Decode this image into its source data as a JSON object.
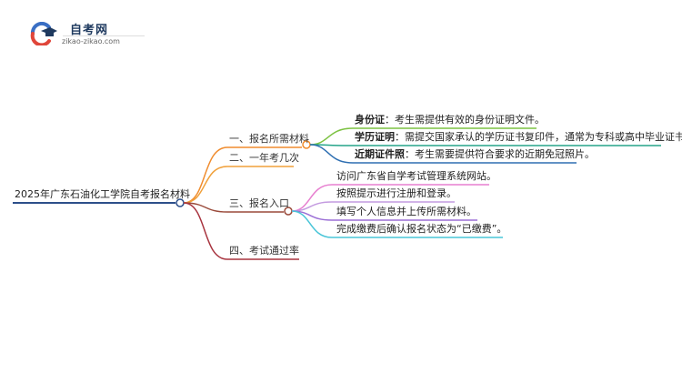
{
  "logo": {
    "title": "自考网",
    "url": "zikao-zikao.com",
    "icon": "graduation-cap-icon"
  },
  "root": {
    "label": "2025年广东石油化工学院自考报名材料"
  },
  "branches": [
    {
      "label": "一、报名所需材料",
      "color": "#f08c2e",
      "children": [
        {
          "term": "身份证",
          "sep": "：",
          "text": "考生需提供有效的身份证明文件。",
          "color": "#7cc242"
        },
        {
          "term": "学历证明",
          "sep": "：",
          "text": "需提交国家承认的学历证书复印件，通常为专科或高中毕业证书。",
          "color": "#25a489"
        },
        {
          "term": "近期证件照",
          "sep": "：",
          "text": "考生需要提供符合要求的近期免冠照片。",
          "color": "#2f6fb2"
        }
      ]
    },
    {
      "label": "二、一年考几次",
      "color": "#f0a03a",
      "children": []
    },
    {
      "label": "三、报名入口",
      "color": "#9a4a3a",
      "children": [
        {
          "text": "访问广东省自学考试管理系统网站。",
          "color": "#e77fd0"
        },
        {
          "text": "按照提示进行注册和登录。",
          "color": "#c49be0"
        },
        {
          "text": "填写个人信息并上传所需材料。",
          "color": "#9b6fd6"
        },
        {
          "text": "完成缴费后确认报名状态为“已缴费”。",
          "color": "#49c5d8"
        }
      ]
    },
    {
      "label": "四、考试通过率",
      "color": "#a8343f",
      "children": []
    }
  ],
  "colors": {
    "root_line": "#2d4f8a"
  }
}
